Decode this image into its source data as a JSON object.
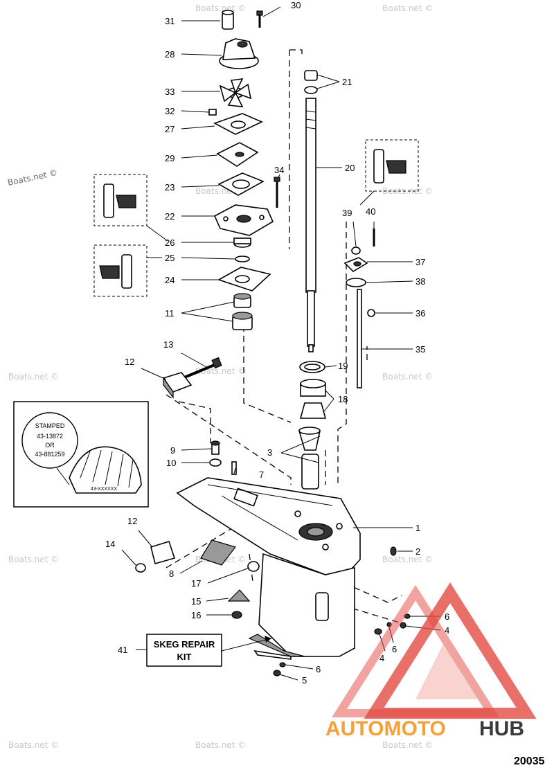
{
  "watermark": "Boats.net ©",
  "figure_number": "20035",
  "logo": {
    "part1": "AUTOMOTO",
    "part2": "HUB",
    "color1": "#f4a13a",
    "color2": "#3a3a3a",
    "triangle_color": "#e2483f"
  },
  "stamp_note": {
    "line1": "STAMPED",
    "line2": "43-13872",
    "line3": "OR",
    "line4": "43-881259",
    "gear_code": "43-XXXXXX"
  },
  "skeg_kit": {
    "line1": "SKEG REPAIR",
    "line2": "KIT"
  },
  "callouts": {
    "c1": "1",
    "c2": "2",
    "c3": "3",
    "c4": "4",
    "c5": "5",
    "c6": "6",
    "c7": "7",
    "c8": "8",
    "c9": "9",
    "c10": "10",
    "c11": "11",
    "c12": "12",
    "c13": "13",
    "c14": "14",
    "c15": "15",
    "c16": "16",
    "c17": "17",
    "c18": "18",
    "c19": "19",
    "c20": "20",
    "c21": "21",
    "c22": "22",
    "c23": "23",
    "c24": "24",
    "c25": "25",
    "c26": "26",
    "c27": "27",
    "c28": "28",
    "c29": "29",
    "c30": "30",
    "c31": "31",
    "c32": "32",
    "c33": "33",
    "c34": "34",
    "c35": "35",
    "c36": "36",
    "c37": "37",
    "c38": "38",
    "c39": "39",
    "c40": "40",
    "c41": "41"
  }
}
